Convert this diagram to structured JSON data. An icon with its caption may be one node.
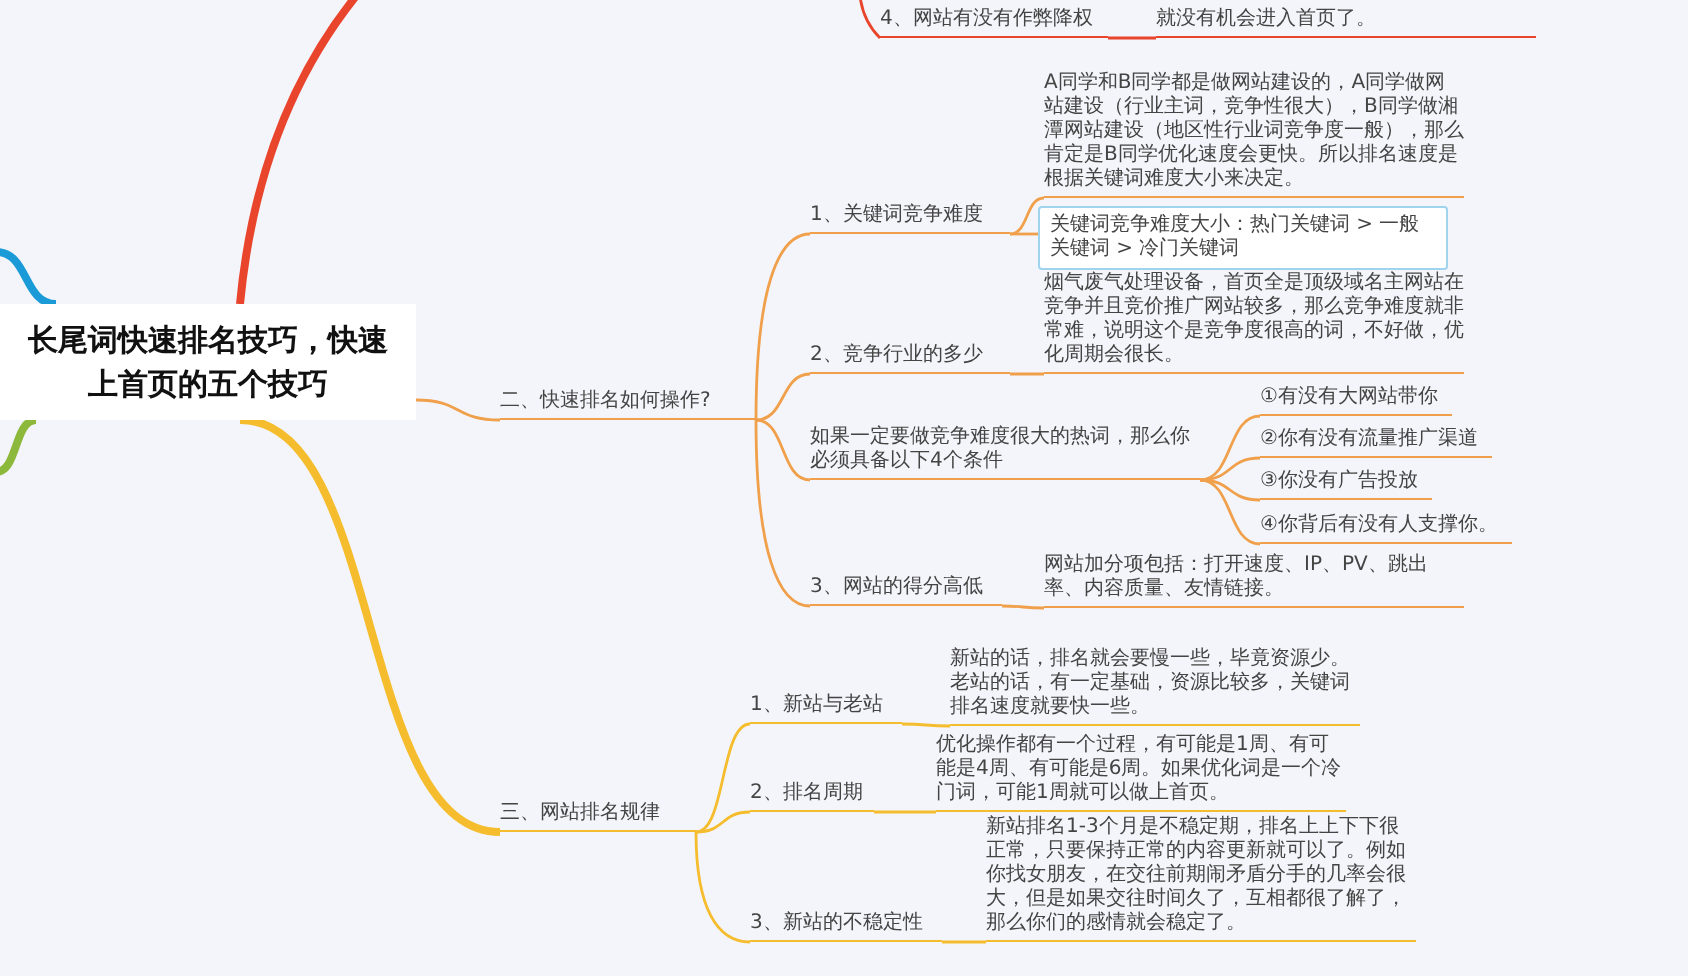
{
  "diagram": {
    "nodes": [
      {
        "text": [
          "长尾词快速排名技巧，快速上首页的五个技巧"
        ]
      },
      {
        "text": [
          "4、网站有没有作弊降权"
        ]
      },
      {
        "text": [
          "就没有机会进入首页了。"
        ]
      },
      {
        "text": [
          "二、快速排名如何操作?"
        ]
      },
      {
        "text": [
          "1、关键词竞争难度"
        ]
      },
      {
        "text": [
          "A同学和B同学都是做网站建设的，A同学做网站建设（行业主词，竞争性很大），B同学做湘潭网站建设（地区性行业词竞争度一般），那么肯定是B同学优化速度会更快。所以排名速度是根据关键词难度大小来决定。"
        ]
      },
      {
        "text": [
          "关键词竞争难度大小：热门关键词 > 一般关键词 > 冷门关键词"
        ]
      },
      {
        "text": [
          "2、竞争行业的多少"
        ]
      },
      {
        "text": [
          "烟气废气处理设备，首页全是顶级域名主网站在竞争并且竞价推广网站较多，那么竞争难度就非常难，说明这个是竞争度很高的词，不好做，优化周期会很长。"
        ]
      },
      {
        "text": [
          "如果一定要做竞争难度很大的热词，那么你必须具备以下4个条件"
        ]
      },
      {
        "text": [
          "①有没有大网站带你"
        ]
      },
      {
        "text": [
          "②你有没有流量推广渠道"
        ]
      },
      {
        "text": [
          "③你没有广告投放"
        ]
      },
      {
        "text": [
          "④你背后有没有人支撑你。"
        ]
      },
      {
        "text": [
          "3、网站的得分高低"
        ]
      },
      {
        "text": [
          "网站加分项包括：打开速度、IP、PV、跳出率、内容质量、友情链接。"
        ]
      },
      {
        "text": [
          "三、网站排名规律"
        ]
      },
      {
        "text": [
          "1、新站与老站"
        ]
      },
      {
        "text": [
          "新站的话，排名就会要慢一些，毕竟资源少。老站的话，有一定基础，资源比较多，关键词排名速度就要快一些。"
        ]
      },
      {
        "text": [
          "2、排名周期"
        ]
      },
      {
        "text": [
          "优化操作都有一个过程，有可能是1周、有可能是4周、有可能是6周。如果优化词是一个冷门词，可能1周就可以做上首页。"
        ]
      },
      {
        "text": [
          "3、新站的不稳定性"
        ]
      },
      {
        "text": [
          "新站排名1-3个月是不稳定期，排名上上下下很正常，只要保持正常的内容更新就可以了。例如你找女朋友，在交往前期闹矛盾分手的几率会很大，但是如果交往时间久了，互相都很了解了，那么你们的感情就会稳定了。"
        ]
      }
    ],
    "edges": [
      {
        "from": 0,
        "to": null,
        "arrow": "none",
        "style": "thick",
        "color": "#e8452c"
      },
      {
        "from": 0,
        "to": null,
        "arrow": "none",
        "style": "thick",
        "color": "#1a9ad6"
      },
      {
        "from": 0,
        "to": null,
        "arrow": "none",
        "style": "thick",
        "color": "#8cb83c"
      },
      {
        "from": null,
        "to": 1,
        "arrow": "none",
        "color": "#e8452c"
      },
      {
        "from": 1,
        "to": 2,
        "arrow": "none",
        "color": "#e8452c"
      },
      {
        "from": 0,
        "to": 3,
        "arrow": "none"
      },
      {
        "from": 3,
        "to": 4,
        "arrow": "none"
      },
      {
        "from": 4,
        "to": 5,
        "arrow": "none"
      },
      {
        "from": 4,
        "to": 6,
        "arrow": "none"
      },
      {
        "from": 3,
        "to": 7,
        "arrow": "none"
      },
      {
        "from": 7,
        "to": 8,
        "arrow": "none"
      },
      {
        "from": 3,
        "to": 9,
        "arrow": "none"
      },
      {
        "from": 9,
        "to": 10,
        "arrow": "none"
      },
      {
        "from": 9,
        "to": 11,
        "arrow": "none"
      },
      {
        "from": 9,
        "to": 12,
        "arrow": "none"
      },
      {
        "from": 9,
        "to": 13,
        "arrow": "none"
      },
      {
        "from": 3,
        "to": 14,
        "arrow": "none"
      },
      {
        "from": 14,
        "to": 15,
        "arrow": "none"
      },
      {
        "from": 0,
        "to": 16,
        "arrow": "none",
        "style": "thick",
        "color": "#f5bd2e"
      },
      {
        "from": 16,
        "to": 17,
        "arrow": "none",
        "color": "#f5bd2e"
      },
      {
        "from": 17,
        "to": 18,
        "arrow": "none",
        "color": "#f5bd2e"
      },
      {
        "from": 16,
        "to": 19,
        "arrow": "none",
        "color": "#f5bd2e"
      },
      {
        "from": 19,
        "to": 20,
        "arrow": "none",
        "color": "#f5bd2e"
      },
      {
        "from": 16,
        "to": 21,
        "arrow": "none",
        "color": "#f5bd2e"
      },
      {
        "from": 21,
        "to": 22,
        "arrow": "none",
        "color": "#f5bd2e"
      }
    ]
  }
}
